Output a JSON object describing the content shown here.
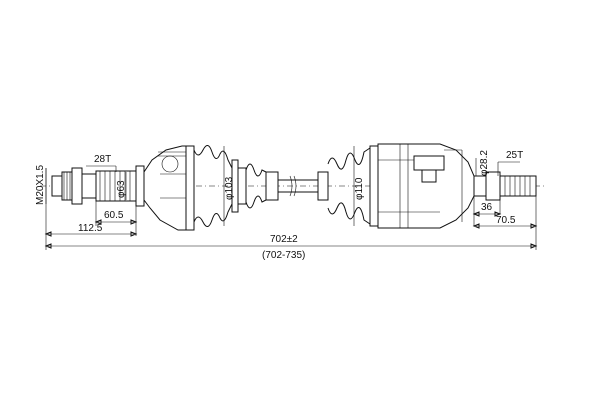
{
  "labels": {
    "thread": "M20X1.5",
    "splines_left": "28T",
    "dia_left_shaft": "φ63",
    "dia_left_boot": "φ103",
    "dia_right_boot": "φ110",
    "dia_right_stub": "φ28.2",
    "splines_right": "25T",
    "len_left_spline": "60.5",
    "len_left_total": "112.5",
    "len_right_small": "36",
    "len_right_total": "70.5",
    "total_length": "702±2",
    "length_range": "(702-735)"
  },
  "colors": {
    "line": "#111111",
    "background": "#ffffff"
  }
}
